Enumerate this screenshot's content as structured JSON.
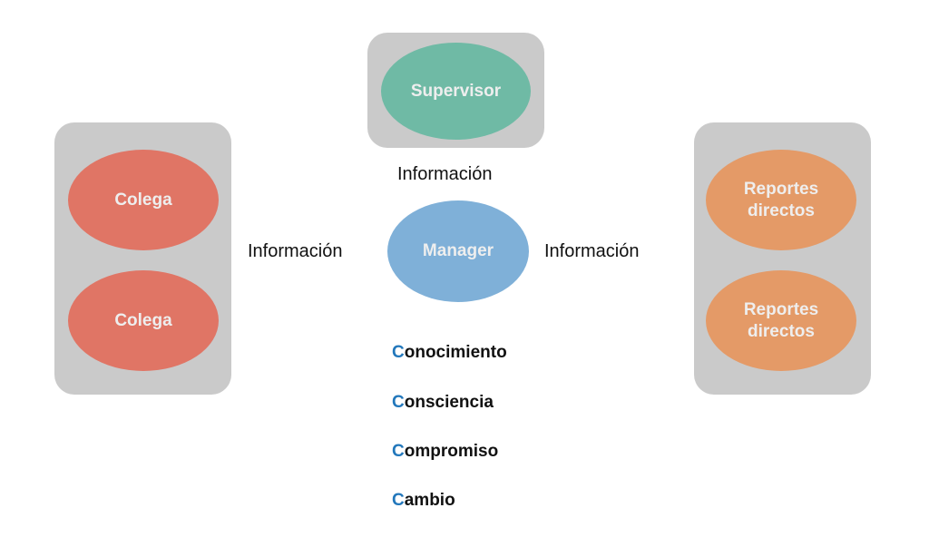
{
  "nodes": {
    "supervisor": "Supervisor",
    "manager": "Manager",
    "colega_1": "Colega",
    "colega_2": "Colega",
    "reportes_1_line1": "Reportes",
    "reportes_1_line2": "directos",
    "reportes_2_line1": "Reportes",
    "reportes_2_line2": "directos"
  },
  "edge_labels": {
    "top": "Información",
    "left": "Información",
    "right": "Información"
  },
  "c_list": [
    {
      "first": "C",
      "rest": "onocimiento"
    },
    {
      "first": "C",
      "rest": "onsciencia"
    },
    {
      "first": "C",
      "rest": "ompromiso"
    },
    {
      "first": "C",
      "rest": "ambio"
    }
  ],
  "colors": {
    "supervisor": "#6fbaa5",
    "colega": "#e07565",
    "reportes": "#e49a67",
    "manager": "#7fb0d8",
    "group_box": "#cacaca",
    "c_accent": "#2277bb"
  }
}
